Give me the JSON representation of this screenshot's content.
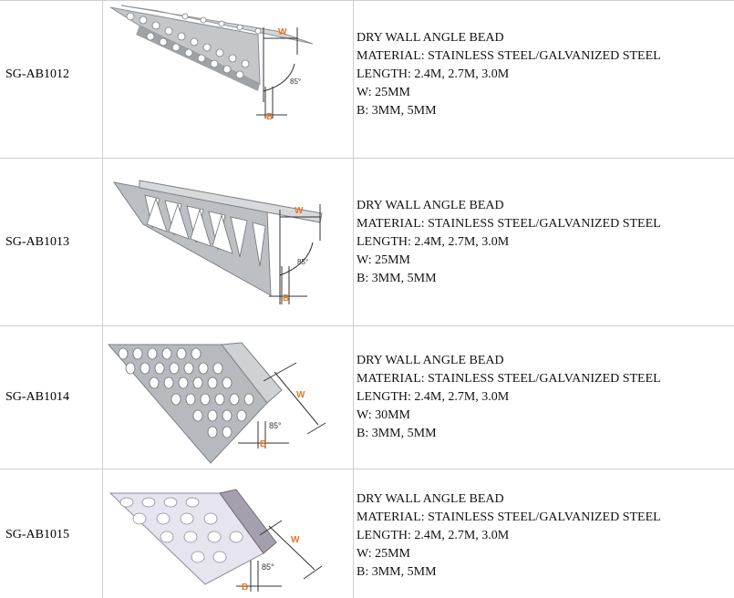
{
  "products": [
    {
      "code": "SG-AB1012",
      "title": "DRY WALL ANGLE BEAD",
      "material": "MATERIAL: STAINLESS STEEL/GALVANIZED STEEL",
      "length": "LENGTH: 2.4M, 2.7M, 3.0M",
      "w": "W: 25MM",
      "b": "B: 3MM, 5MM",
      "diagram": {
        "w_label": "W",
        "b_label": "B",
        "angle_label": "85°",
        "style": "perforated"
      }
    },
    {
      "code": "SG-AB1013",
      "title": "DRY WALL ANGLE BEAD",
      "material": "MATERIAL: STAINLESS STEEL/GALVANIZED STEEL",
      "length": "LENGTH: 2.4M, 2.7M, 3.0M",
      "w": "W: 25MM",
      "b": "B: 3MM, 5MM",
      "diagram": {
        "w_label": "W",
        "b_label": "B",
        "angle_label": "85°",
        "style": "expanded-mesh"
      }
    },
    {
      "code": "SG-AB1014",
      "title": "DRY WALL ANGLE BEAD",
      "material": "MATERIAL: STAINLESS STEEL/GALVANIZED STEEL",
      "length": "LENGTH: 2.4M, 2.7M, 3.0M",
      "w": "W: 30MM",
      "b": "B: 3MM, 5MM",
      "diagram": {
        "w_label": "W",
        "b_label": "B",
        "angle_label": "85°",
        "style": "perforated-large"
      }
    },
    {
      "code": "SG-AB1015",
      "title": "DRY WALL ANGLE BEAD",
      "material": "MATERIAL: STAINLESS STEEL/GALVANIZED STEEL",
      "length": "LENGTH: 2.4M, 2.7M, 3.0M",
      "w": "W: 25MM",
      "b": "B: 3MM, 5MM",
      "diagram": {
        "w_label": "W",
        "b_label": "B",
        "angle_label": "85°",
        "style": "perforated-oval"
      }
    }
  ],
  "colors": {
    "accent": "#e8762a",
    "metal": "#b9bcc0",
    "border": "#cfcfcf"
  }
}
